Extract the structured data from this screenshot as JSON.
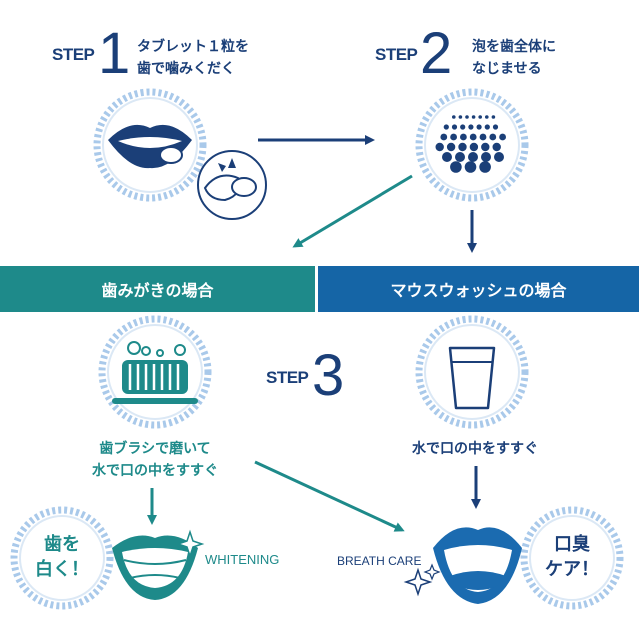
{
  "colors": {
    "teal": "#1e8a8a",
    "navy": "#1b3f78",
    "blue_band": "#1565a6",
    "light_ring": "#a9c9ea"
  },
  "step1": {
    "word": "STEP",
    "number": "1",
    "line1": "タブレット１粒を",
    "line2": "歯で噛みくだく"
  },
  "step2": {
    "word": "STEP",
    "number": "2",
    "line1": "泡を歯全体に",
    "line2": "なじませる"
  },
  "step3": {
    "word": "STEP",
    "number": "3"
  },
  "band_left": "歯みがきの場合",
  "band_right": "マウスウォッシュの場合",
  "left_caption": {
    "line1": "歯ブラシで磨いて",
    "line2": "水で口の中をすすぐ"
  },
  "right_caption": "水で口の中をすすぐ",
  "left_badge": {
    "line1": "歯を",
    "line2": "白く！"
  },
  "right_badge": {
    "line1": "口臭",
    "line2": "ケア！"
  },
  "whitening": "WHITENING",
  "breath_care": "BREATH CARE",
  "icons": [
    "lips-tablet-icon",
    "tablets-icon",
    "foam-dots-icon",
    "toothbrush-icon",
    "glass-icon",
    "smile-icon",
    "sparkle-icon"
  ]
}
